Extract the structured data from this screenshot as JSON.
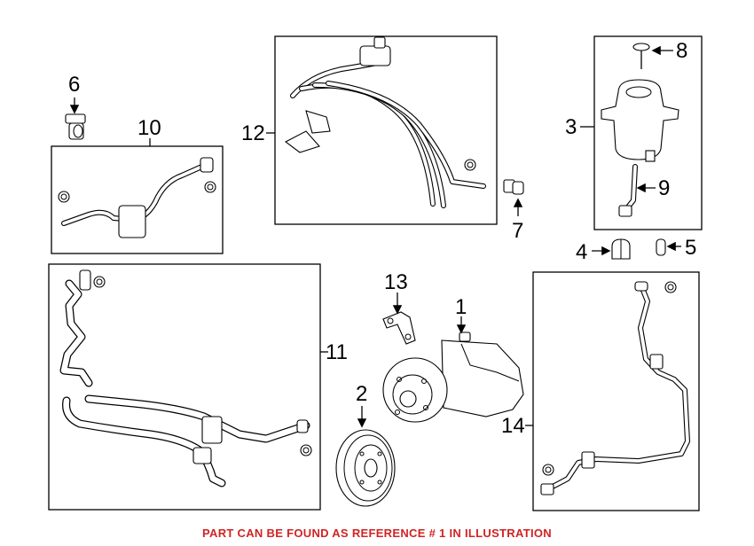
{
  "callouts": {
    "c1": "1",
    "c2": "2",
    "c3": "3",
    "c4": "4",
    "c5": "5",
    "c6": "6",
    "c7": "7",
    "c8": "8",
    "c9": "9",
    "c10": "10",
    "c11": "11",
    "c12": "12",
    "c13": "13",
    "c14": "14"
  },
  "caption": "PART CAN BE FOUND AS REFERENCE # 1 IN ILLUSTRATION",
  "colors": {
    "caption": "#d02424",
    "lines": "#000000"
  }
}
